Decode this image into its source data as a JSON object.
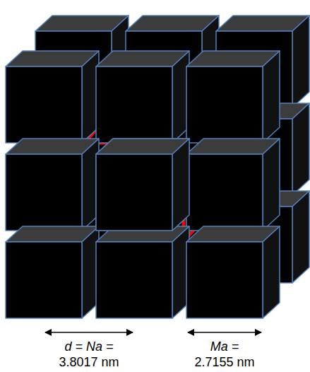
{
  "diagram": {
    "labels": [
      "d = Na =",
      "3.8017 nm",
      "Ma =",
      "2.7155 nm"
    ]
  }
}
